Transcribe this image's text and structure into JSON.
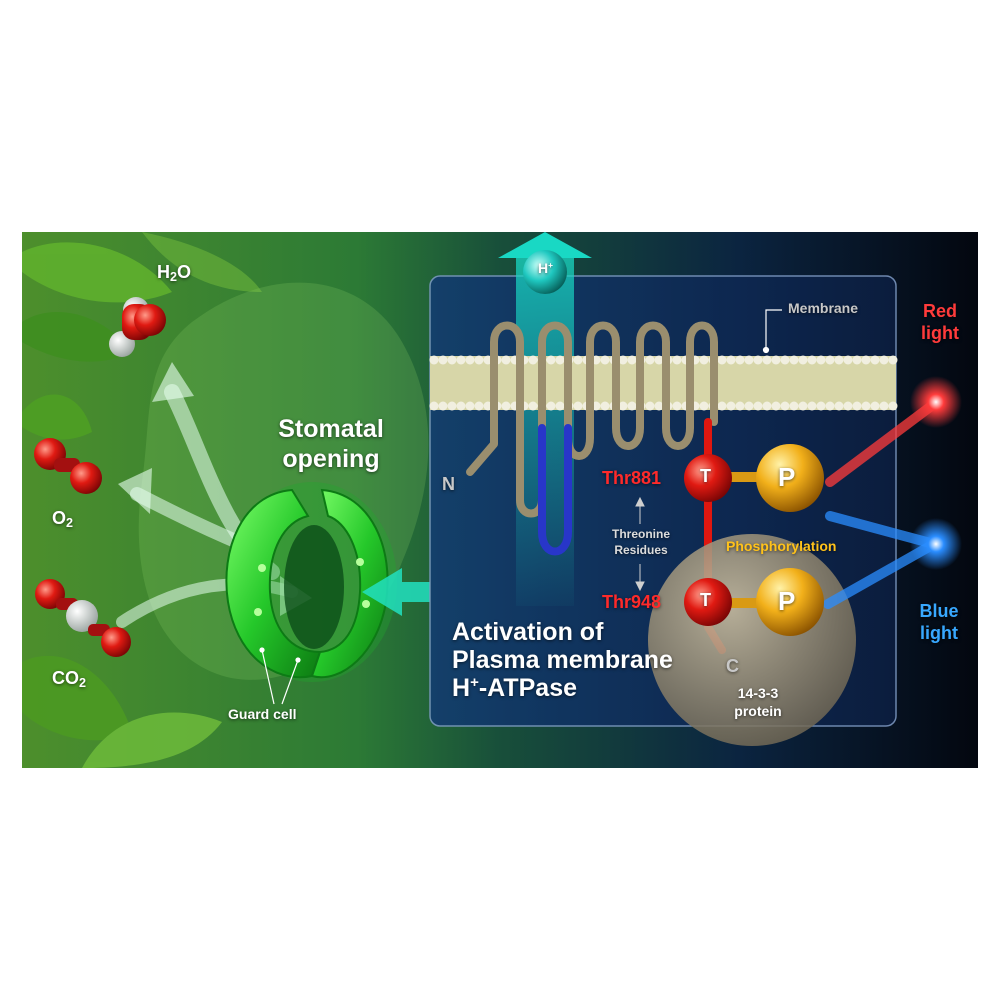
{
  "molecules": {
    "h2o": {
      "base": "H",
      "sub": "2",
      "tail": "O"
    },
    "o2": {
      "base": "O",
      "sub": "2"
    },
    "co2": {
      "base": "CO",
      "sub": "2"
    }
  },
  "labels": {
    "stomatal_line1": "Stomatal",
    "stomatal_line2": "opening",
    "guard_cell": "Guard cell",
    "membrane": "Membrane",
    "proton_base": "H",
    "proton_sup": "+",
    "n_terminus": "N",
    "c_terminus": "C",
    "thr881": "Thr881",
    "thr948": "Thr948",
    "threonine_line1": "Threonine",
    "threonine_line2": "Residues",
    "phosphorylation": "Phosphorylation",
    "residue_t": "T",
    "phosphate_p": "P",
    "activation_line1": "Activation of",
    "activation_line2": "Plasma membrane",
    "activation_line3_base": "H",
    "activation_line3_sup": "+",
    "activation_line3_tail": "-ATPase",
    "protein_line1": "14-3-3",
    "protein_line2": "protein",
    "red_light_line1": "Red",
    "red_light_line2": "light",
    "blue_light_line1": "Blue",
    "blue_light_line2": "light"
  },
  "colors": {
    "red_light": "#ff3b3b",
    "blue_light": "#38a8ff",
    "phosphorylation": "#ffc21a",
    "thr_label": "#ff2a2a",
    "guard_cell": "#2ed12e"
  }
}
